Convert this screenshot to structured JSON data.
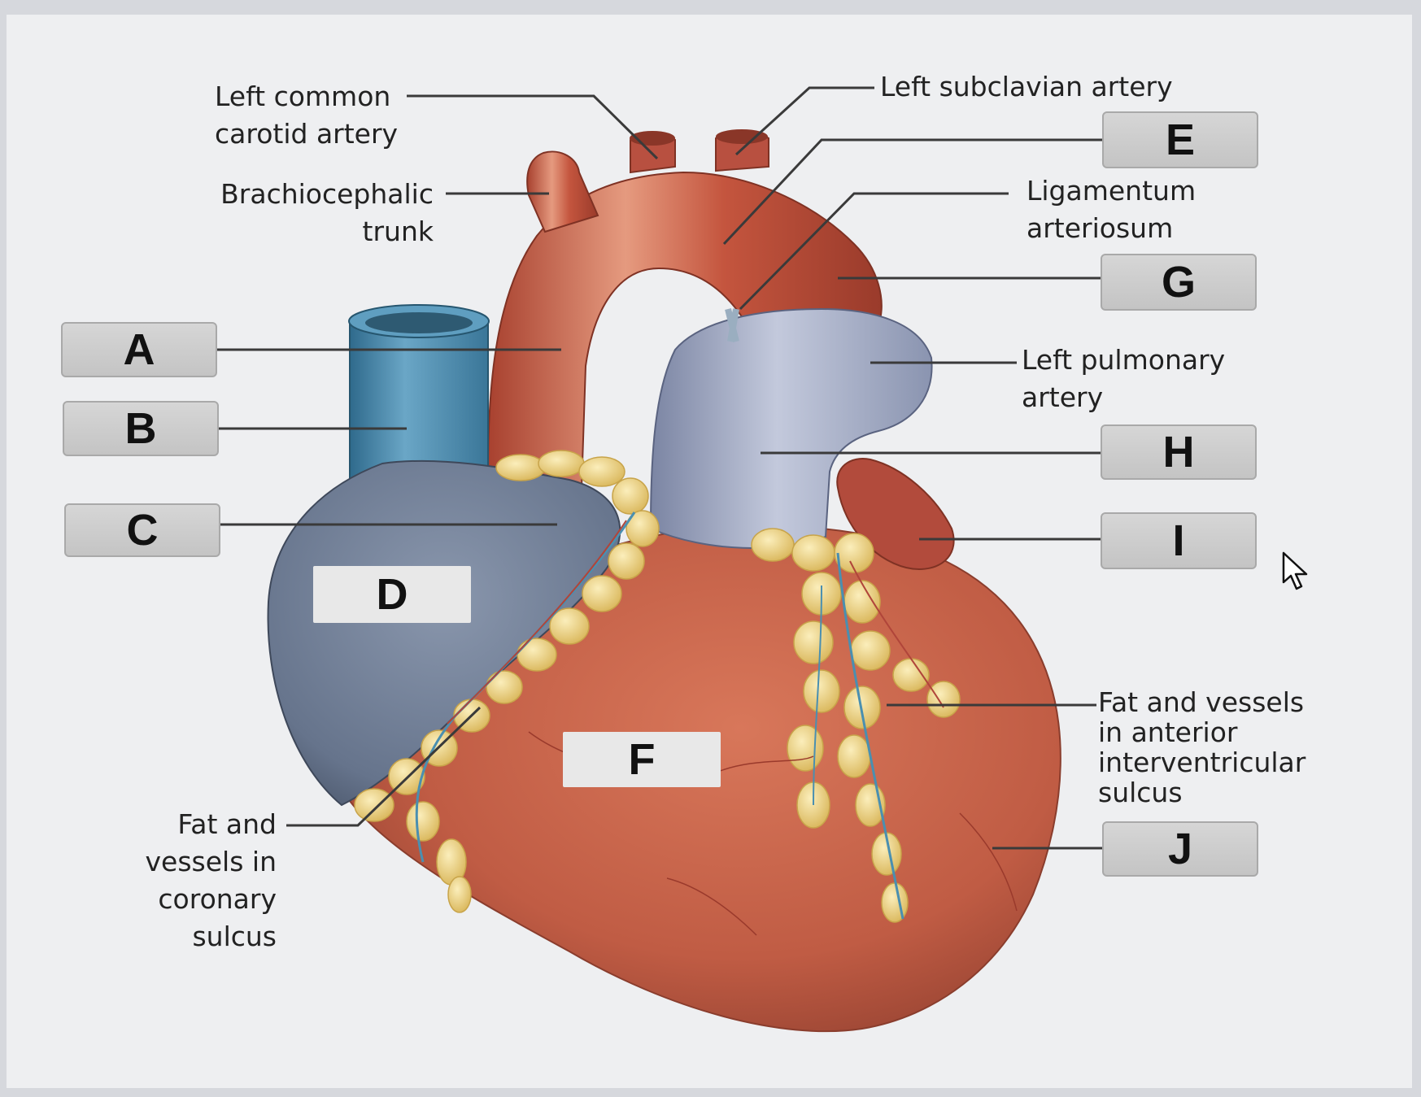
{
  "structure_labels": {
    "left_common_carotid": [
      "Left common",
      "carotid artery"
    ],
    "brachiocephalic_trunk": [
      "Brachiocephalic",
      "trunk"
    ],
    "left_subclavian": [
      "Left subclavian artery"
    ],
    "ligamentum_arteriosum": [
      "Ligamentum",
      "arteriosum"
    ],
    "left_pulmonary_artery": [
      "Left pulmonary",
      "artery"
    ],
    "fat_vessels_anterior": [
      "Fat and vessels",
      "in anterior",
      "interventricular",
      "sulcus"
    ],
    "fat_vessels_coronary": [
      "Fat and",
      "vessels in",
      "coronary",
      "sulcus"
    ]
  },
  "answer_boxes": {
    "A": "A",
    "B": "B",
    "C": "C",
    "D": "D",
    "E": "E",
    "F": "F",
    "G": "G",
    "H": "H",
    "I": "I",
    "J": "J"
  },
  "colors": {
    "aorta": "#c4553e",
    "ventricle": "#c9654b",
    "vena_cava": "#4a86a8",
    "atrium": "#6d7c94",
    "pulmonary_trunk": "#9aa3bd",
    "auricle": "#b0483a",
    "fat": "#edd47c",
    "leader_line": "#3a3a3a"
  }
}
